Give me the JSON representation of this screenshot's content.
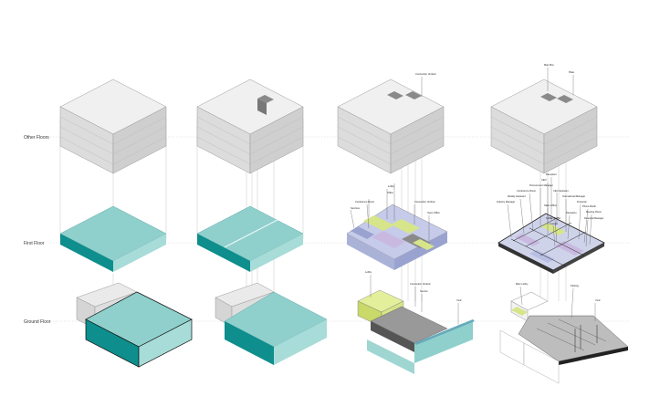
{
  "rows": {
    "other": "Other Floors",
    "first": "First Floor",
    "ground": "Ground Floor"
  },
  "colors": {
    "teal_top": "#8fd0cc",
    "teal_side_dark": "#0e8e8c",
    "teal_side_light": "#a7dcd8",
    "massing_top": "#f0f0f0",
    "massing_left": "#dcdcdc",
    "massing_right": "#c9c9c9",
    "core": "#8a8a8a",
    "lobby": "#d7e58a",
    "office_blue": "#b7bfe3",
    "office_purple": "#c9b9e0",
    "dark_slab": "#555555"
  },
  "annotations": {
    "c3_other_1": "Connection Vertical",
    "c3_first_1": "Lobby",
    "c3_first_2": "Office",
    "c3_first_3": "Conference Room",
    "c3_first_4": "Services",
    "c3_first_5": "Connection Vertical",
    "c3_first_6": "Open Office",
    "c3_ground_1": "Lobby",
    "c3_ground_2": "Connection Vertical",
    "c3_ground_3": "Service",
    "c3_ground_4": "Yard",
    "c4_other_1": "Main Box",
    "c4_other_2": "Plate",
    "c4_first_1": "Reception",
    "c4_first_2": "CEO",
    "c4_first_3": "Procurement Manager",
    "c4_first_4": "Conference Room",
    "c4_first_5": "CEO Assistant",
    "c4_first_6": "Weekly Assistant",
    "c4_first_7": "International Manager",
    "c4_first_8": "Industry Manager",
    "c4_first_9": "Sales Office",
    "c4_first_10": "Financial",
    "c4_first_11": "Phone Booth",
    "c4_first_12": "Reception",
    "c4_first_13": "Meeting Room",
    "c4_first_14": "Coffee Corner",
    "c4_first_15": "Lounge",
    "c4_first_16": "Financial Manager",
    "c4_ground_1": "Main Lobby",
    "c4_ground_2": "Parking",
    "c4_ground_3": "Yard"
  }
}
